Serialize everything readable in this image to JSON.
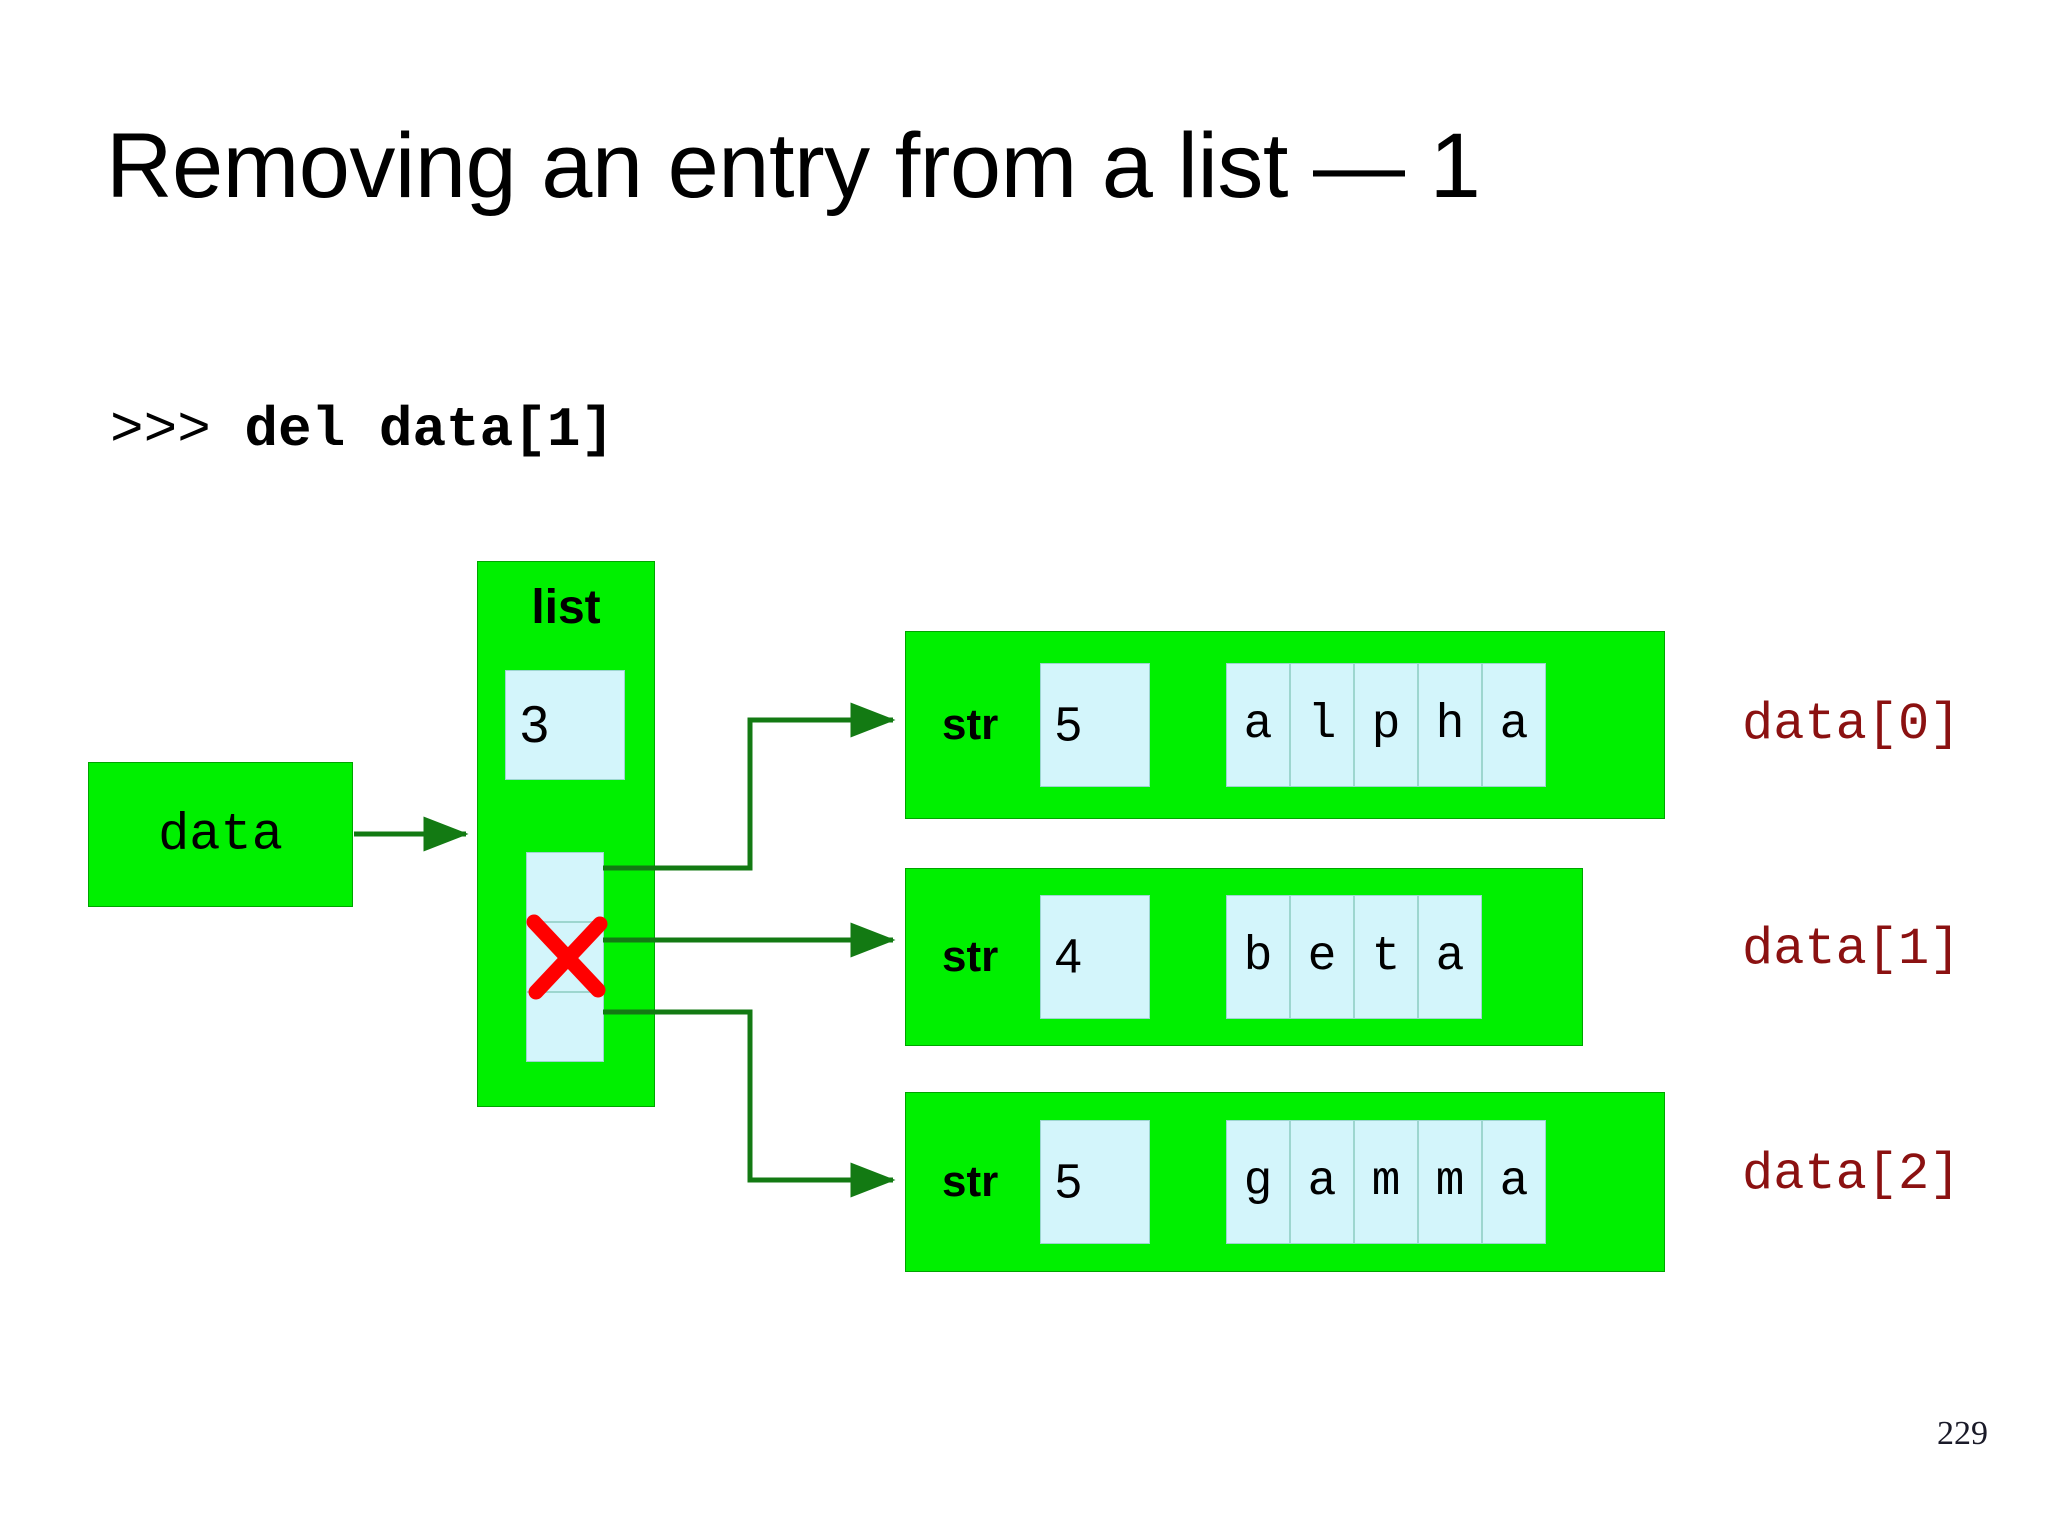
{
  "slide": {
    "title": "Removing an entry from a list — 1",
    "page_number": "229",
    "code": {
      "prompt": ">>> ",
      "statement": "del data[1]"
    }
  },
  "colors": {
    "object_green": "#00f000",
    "object_green_border": "#00a400",
    "cell_blue": "#d3f5fb",
    "cell_border": "#9dd6cf",
    "arrow_green": "#137a13",
    "index_red": "#8b1111",
    "delete_red": "#ff0000",
    "text_black": "#000000",
    "background": "#ffffff"
  },
  "variable": {
    "name": "data"
  },
  "list_object": {
    "type_label": "list",
    "count": "3",
    "slots": [
      {
        "index": 0,
        "deleted": false
      },
      {
        "index": 1,
        "deleted": true
      },
      {
        "index": 2,
        "deleted": false
      }
    ],
    "delete_mark_icon": "red-cross-icon"
  },
  "str_objects": [
    {
      "type_label": "str",
      "count": "5",
      "chars": [
        "a",
        "l",
        "p",
        "h",
        "a"
      ],
      "index_label": "data[0]"
    },
    {
      "type_label": "str",
      "count": "4",
      "chars": [
        "b",
        "e",
        "t",
        "a"
      ],
      "index_label": "data[1]"
    },
    {
      "type_label": "str",
      "count": "5",
      "chars": [
        "g",
        "a",
        "m",
        "m",
        "a"
      ],
      "index_label": "data[2]"
    }
  ],
  "index_labels": [
    "data[0]",
    "data[1]",
    "data[2]"
  ]
}
